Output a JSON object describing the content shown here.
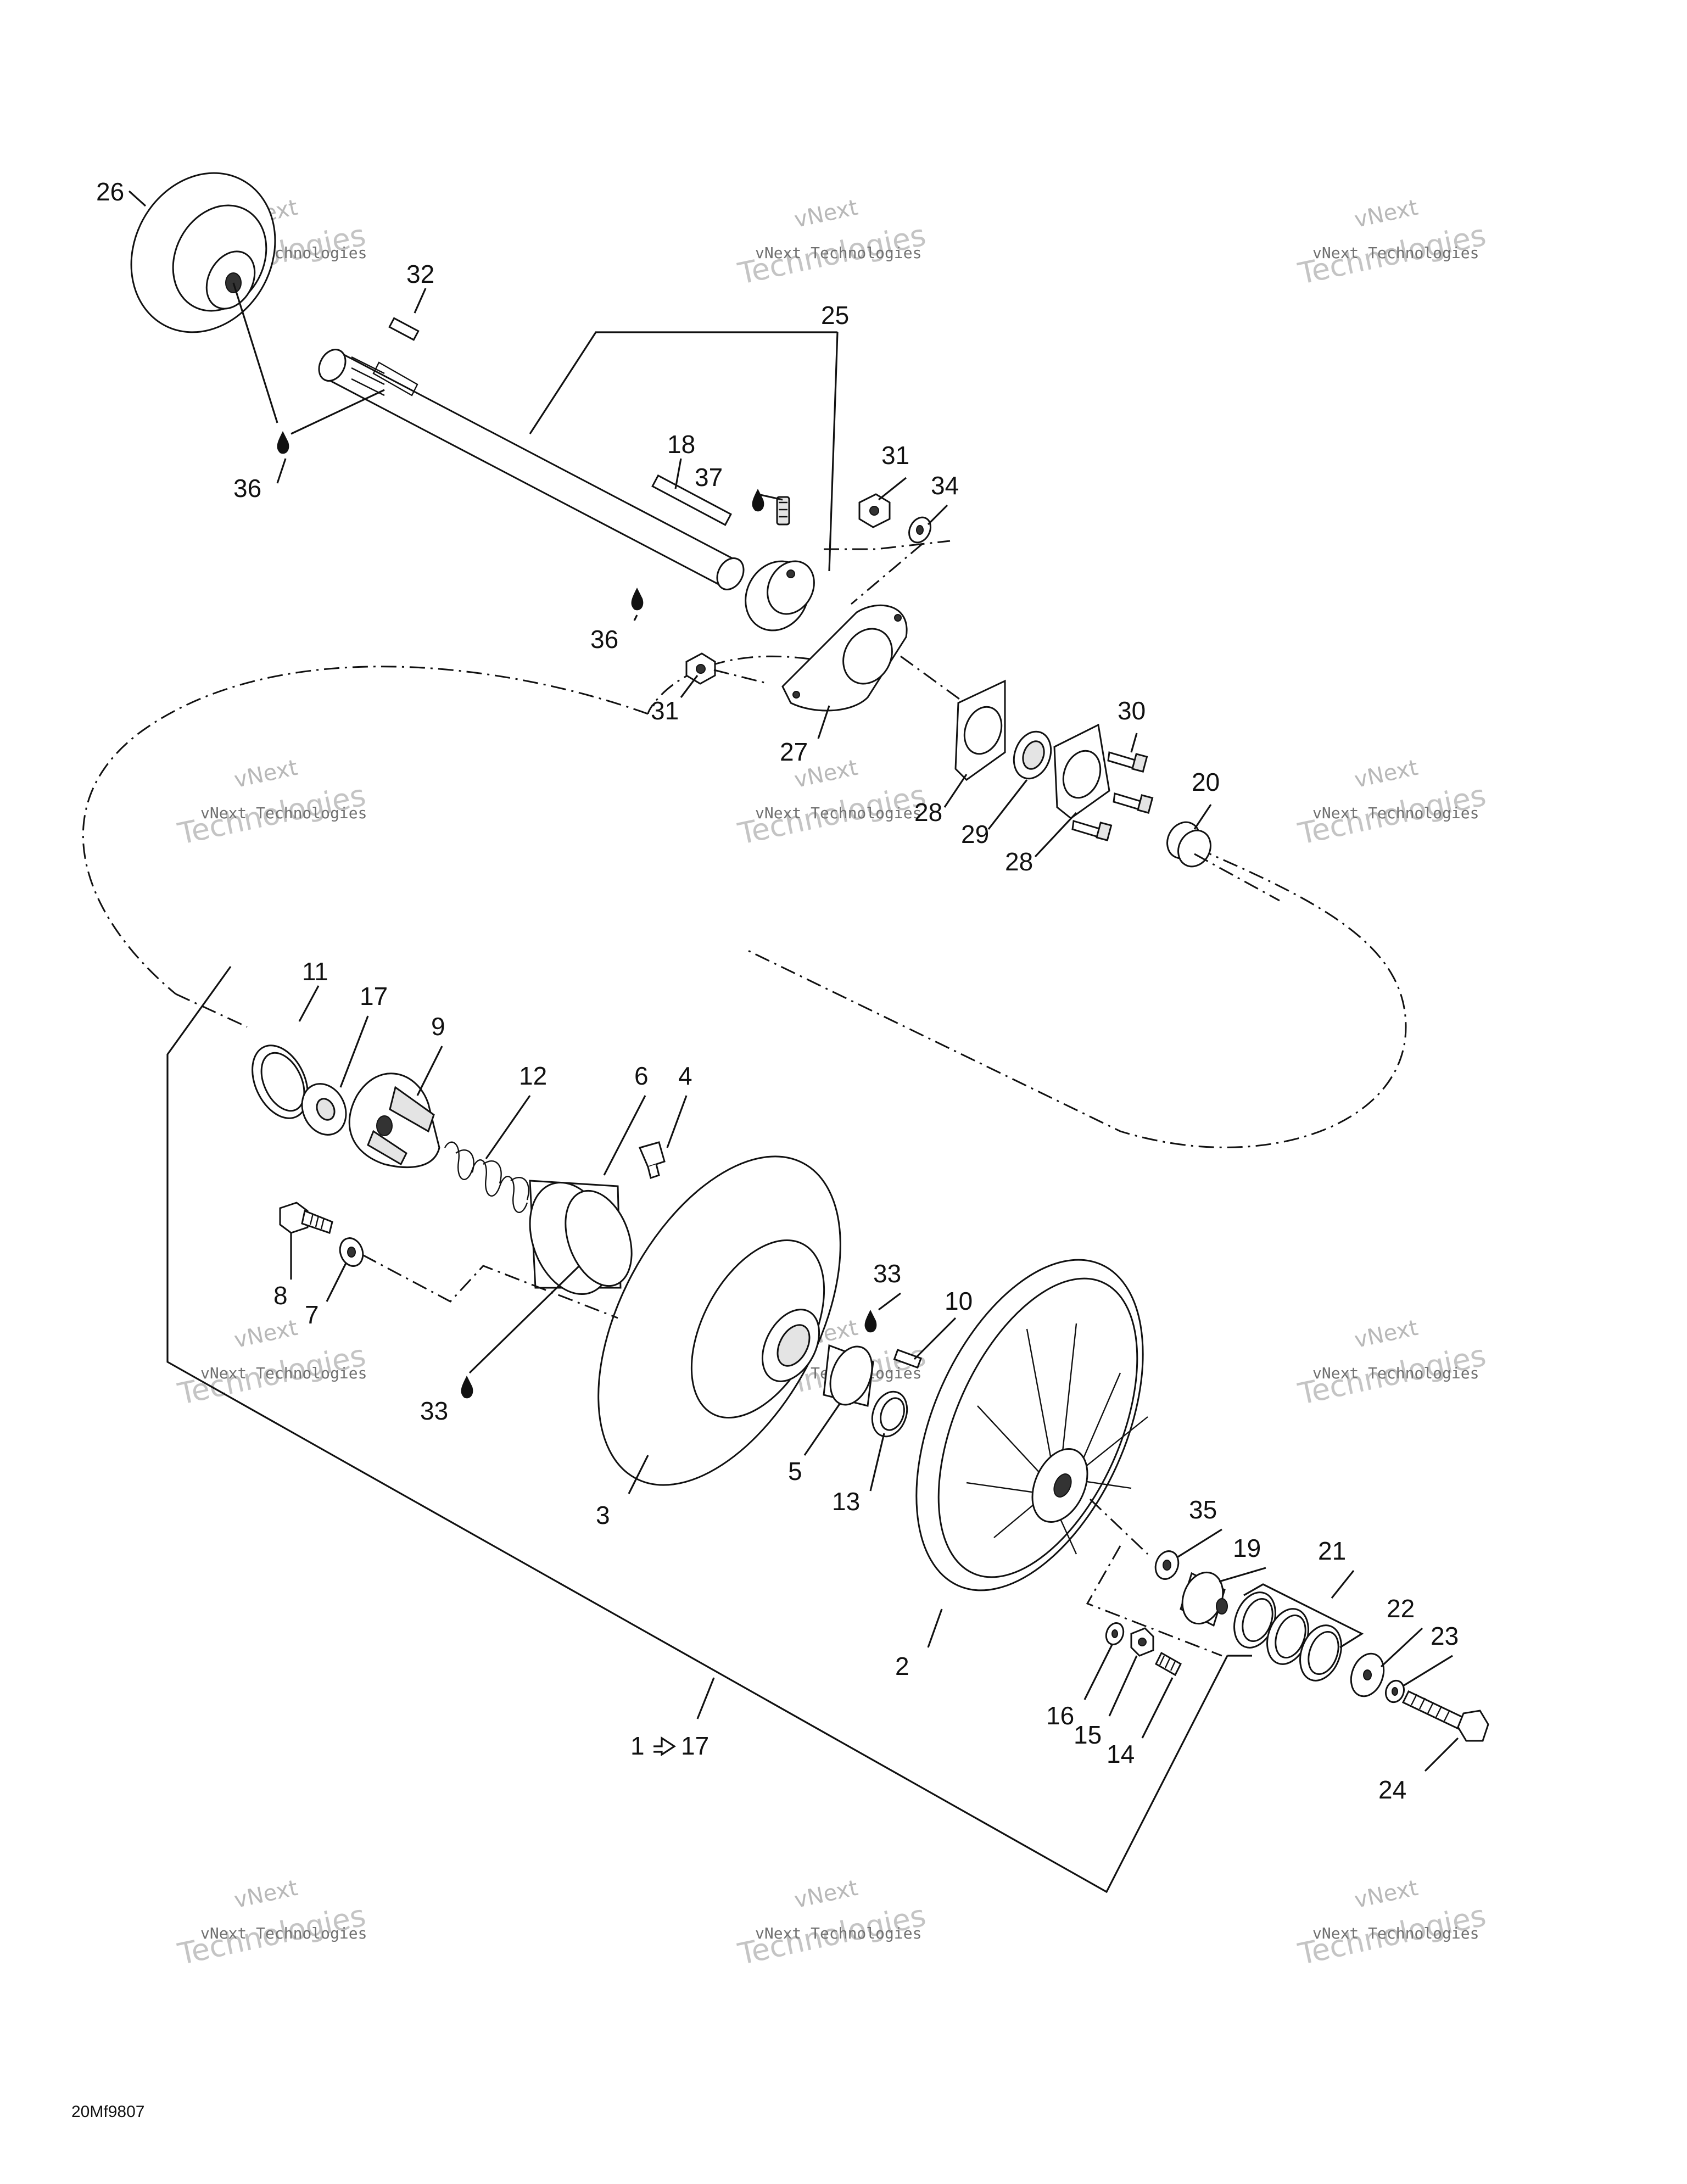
{
  "diagram": {
    "drawing_code": "20Mf9807",
    "watermark": {
      "line1": "vNext Technologies",
      "line2": "Technologies",
      "line3": "vNext"
    },
    "callouts": {
      "c1_range": "1",
      "c1_to": "17",
      "c2": "2",
      "c3": "3",
      "c4": "4",
      "c5": "5",
      "c6": "6",
      "c7": "7",
      "c8": "8",
      "c9": "9",
      "c10": "10",
      "c11": "11",
      "c12": "12",
      "c13": "13",
      "c14": "14",
      "c15": "15",
      "c16": "16",
      "c17": "17",
      "c18": "18",
      "c19": "19",
      "c20": "20",
      "c21": "21",
      "c22": "22",
      "c23": "23",
      "c24": "24",
      "c25": "25",
      "c26": "26",
      "c27": "27",
      "c28a": "28",
      "c28b": "28",
      "c29": "29",
      "c30": "30",
      "c31a": "31",
      "c31b": "31",
      "c32": "32",
      "c33a": "33",
      "c33b": "33",
      "c34": "34",
      "c35": "35",
      "c36a": "36",
      "c36b": "36",
      "c37": "37"
    },
    "icons": [
      "lubricant-drop-icon",
      "arrow-to-icon"
    ]
  }
}
